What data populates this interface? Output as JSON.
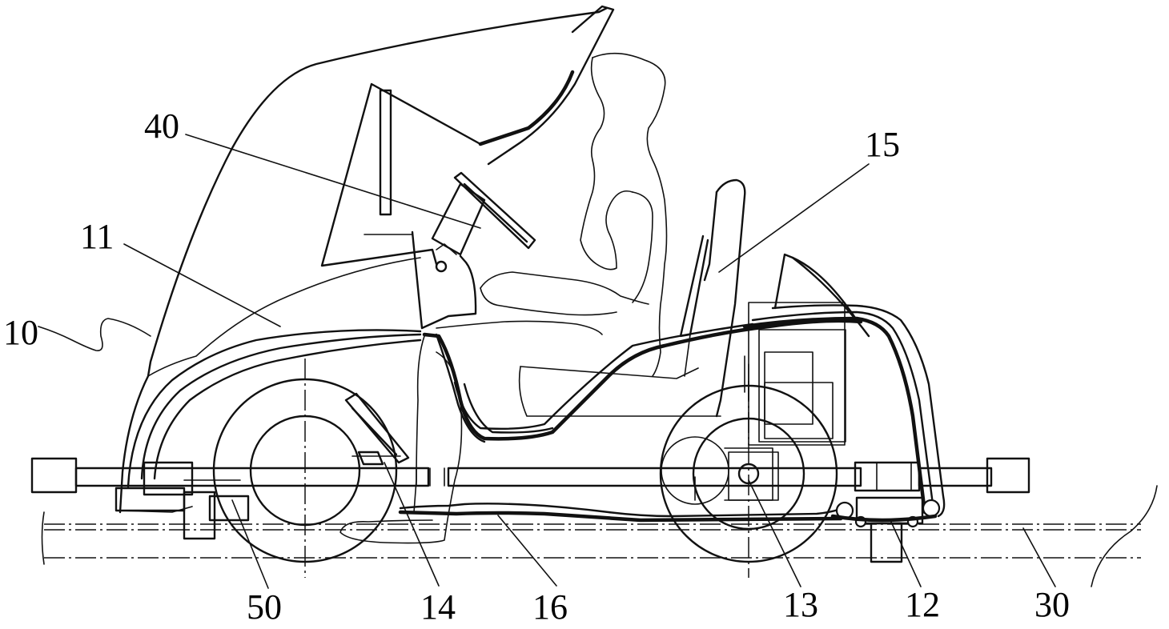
{
  "labels": {
    "l10": "10",
    "l11": "11",
    "l40": "40",
    "l15": "15",
    "l50": "50",
    "l14": "14",
    "l16": "16",
    "l13": "13",
    "l12": "12",
    "l30": "30"
  }
}
